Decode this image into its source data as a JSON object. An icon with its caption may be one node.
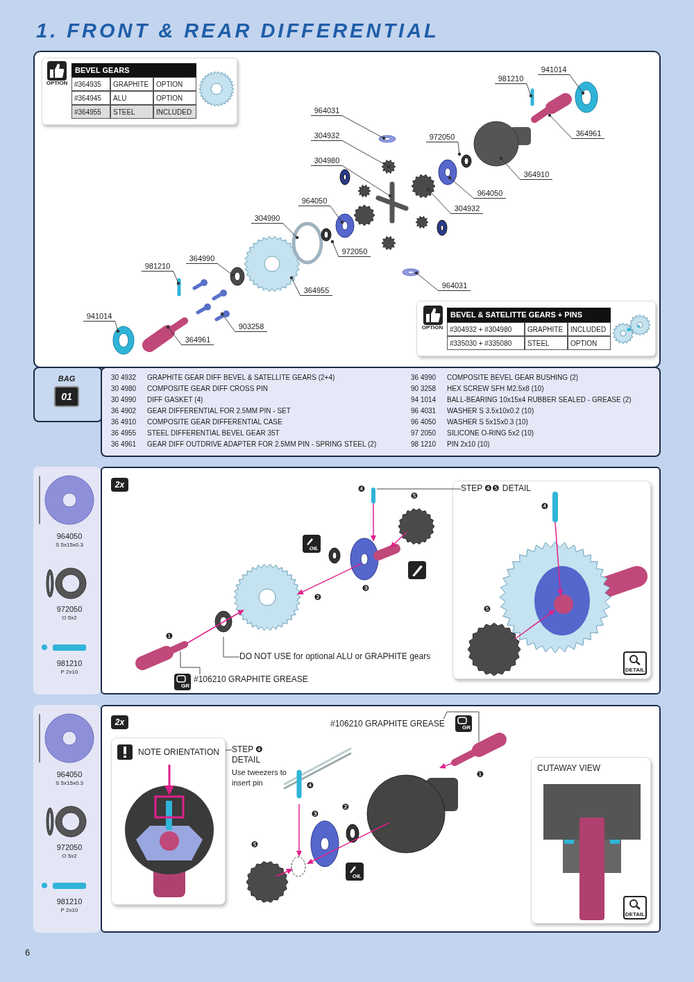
{
  "diagram": {
    "title": "1. FRONT & REAR DIFFERENTIAL",
    "nodes": [
      {
        "text": [
          "941014"
        ]
      },
      {
        "text": [
          "981210"
        ]
      },
      {
        "text": [
          "964031"
        ]
      },
      {
        "text": [
          "364961"
        ]
      },
      {
        "text": [
          "304932"
        ]
      },
      {
        "text": [
          "972050"
        ]
      },
      {
        "text": [
          "304980"
        ]
      },
      {
        "text": [
          "364910"
        ]
      },
      {
        "text": [
          "964050"
        ]
      },
      {
        "text": [
          "304932"
        ]
      },
      {
        "text": [
          "964050"
        ]
      },
      {
        "text": [
          "304990"
        ]
      },
      {
        "text": [
          "972050"
        ]
      },
      {
        "text": [
          "981210"
        ]
      },
      {
        "text": [
          "364990"
        ]
      },
      {
        "text": [
          "964031"
        ]
      },
      {
        "text": [
          "364955"
        ]
      },
      {
        "text": [
          "941014"
        ]
      },
      {
        "text": [
          "903258"
        ]
      },
      {
        "text": [
          "364961"
        ]
      },
      {
        "text": [
          "STEP ❹❺ DETAIL"
        ]
      },
      {
        "text": [
          "DO NOT USE for optional ALU or GRAPHITE gears"
        ]
      },
      {
        "text": [
          "#106210 GRAPHITE GREASE"
        ]
      },
      {
        "text": [
          "#106210 GRAPHITE GREASE"
        ]
      },
      {
        "text": [
          "STEP ❹ DETAIL",
          "Use tweezers to insert pin"
        ]
      },
      {
        "text": [
          "NOTE ORIENTATION"
        ]
      },
      {
        "text": [
          "CUTAWAY VIEW"
        ]
      }
    ],
    "edges": [
      {
        "from": 0,
        "to": null,
        "arrow": "other"
      },
      {
        "from": 1,
        "to": null,
        "arrow": "other"
      },
      {
        "from": 2,
        "to": null,
        "arrow": "other"
      },
      {
        "from": 3,
        "to": null,
        "arrow": "other"
      },
      {
        "from": 4,
        "to": null,
        "arrow": "other"
      },
      {
        "from": 5,
        "to": null,
        "arrow": "other"
      },
      {
        "from": 6,
        "to": null,
        "arrow": "other"
      },
      {
        "from": 7,
        "to": null,
        "arrow": "other"
      },
      {
        "from": 8,
        "to": null,
        "arrow": "other"
      },
      {
        "from": 9,
        "to": null,
        "arrow": "other"
      },
      {
        "from": 10,
        "to": null,
        "arrow": "other"
      },
      {
        "from": 11,
        "to": null,
        "arrow": "other"
      },
      {
        "from": 12,
        "to": null,
        "arrow": "other"
      },
      {
        "from": 13,
        "to": null,
        "arrow": "other"
      },
      {
        "from": 14,
        "to": null,
        "arrow": "other"
      },
      {
        "from": 15,
        "to": null,
        "arrow": "other"
      },
      {
        "from": 16,
        "to": null,
        "arrow": "other"
      },
      {
        "from": 17,
        "to": null,
        "arrow": "other"
      },
      {
        "from": 18,
        "to": null,
        "arrow": "other"
      },
      {
        "from": 19,
        "to": null,
        "arrow": "other"
      },
      {
        "from": 20,
        "to": null,
        "arrow": "none"
      },
      {
        "from": 21,
        "to": null,
        "arrow": "none"
      },
      {
        "from": 22,
        "to": null,
        "arrow": "none"
      },
      {
        "from": 23,
        "to": null,
        "arrow": "none"
      },
      {
        "from": 24,
        "to": 25,
        "arrow": "none"
      }
    ],
    "labels": [
      "OPTION",
      "BEVEL GEARS",
      "#364935",
      "GRAPHITE",
      "OPTION",
      "#364945",
      "ALU",
      "OPTION",
      "#364955",
      "STEEL",
      "INCLUDED",
      "OPTION",
      "BEVEL & SATELITTE GEARS + PINS",
      "#304932 + #304980",
      "GRAPHITE",
      "INCLUDED",
      "#335030 + #335080",
      "STEEL",
      "OPTION",
      "BAG",
      "01",
      "30 4932",
      "GRAPHITE GEAR DIFF BEVEL & SATELLITE GEARS (2+4)",
      "36 4990",
      "COMPOSITE BEVEL GEAR BUSHING (2)",
      "30 4980",
      "COMPOSITE GEAR DIFF CROSS PIN",
      "90 3258",
      "HEX SCREW SFH M2.5x8 (10)",
      "30 4990",
      "DIFF GASKET (4)",
      "94 1014",
      "BALL-BEARING 10x15x4 RUBBER SEALED - GREASE (2)",
      "36 4902",
      "GEAR DIFFERENTIAL FOR 2.5MM PIN - SET",
      "96 4031",
      "WASHER S 3.5x10x0.2 (10)",
      "36 4910",
      "COMPOSITE GEAR DIFFERENTIAL CASE",
      "96 4050",
      "WASHER S 5x15x0.3 (10)",
      "36 4955",
      "STEEL DIFFERENTIAL BEVEL GEAR 35T",
      "97 2050",
      "SILICONE O-RING 5x2 (10)",
      "36 4961",
      "GEAR DIFF OUTDRIVE ADAPTER FOR 2.5MM PIN - SPRING STEEL (2)",
      "98 1210",
      "PIN 2x10 (10)",
      "964050",
      "S 5x15x0.3",
      "972050",
      "O 5x2",
      "981210",
      "P 2x10",
      "2x",
      "❹",
      "❺",
      "❹",
      "OIL",
      "❸",
      "❷",
      "❺",
      "❶",
      "DETAIL",
      "GR",
      "964050",
      "S 5x15x0.3",
      "972050",
      "O 5x2",
      "981210",
      "P 2x10",
      "2x",
      "GR",
      "❶",
      "❹",
      "❷",
      "❸",
      "❺",
      "OIL",
      "DETAIL",
      "6"
    ]
  }
}
